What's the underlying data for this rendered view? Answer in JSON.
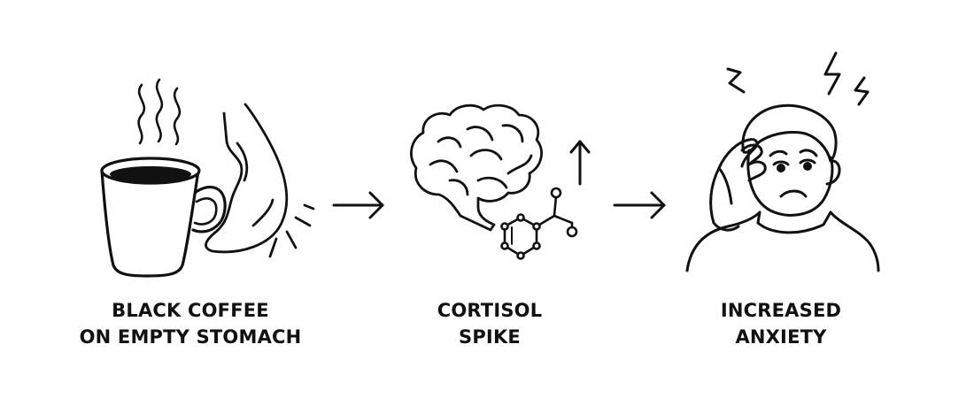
{
  "steps": [
    {
      "lines": [
        "BLACK COFFEE",
        "ON EMPTY STOMACH"
      ],
      "icons": [
        "steaming-coffee-mug-icon",
        "stomach-icon"
      ]
    },
    {
      "lines": [
        "CORTISOL",
        "SPIKE"
      ],
      "icons": [
        "brain-icon",
        "molecule-icon",
        "up-arrow-icon"
      ]
    },
    {
      "lines": [
        "INCREASED",
        "ANXIETY"
      ],
      "icons": [
        "anxious-person-icon",
        "stress-bolt-icon"
      ]
    }
  ],
  "connectors": [
    "arrow-right-icon",
    "arrow-right-icon"
  ],
  "colors": {
    "ink": "#111111",
    "background": "#ffffff"
  }
}
